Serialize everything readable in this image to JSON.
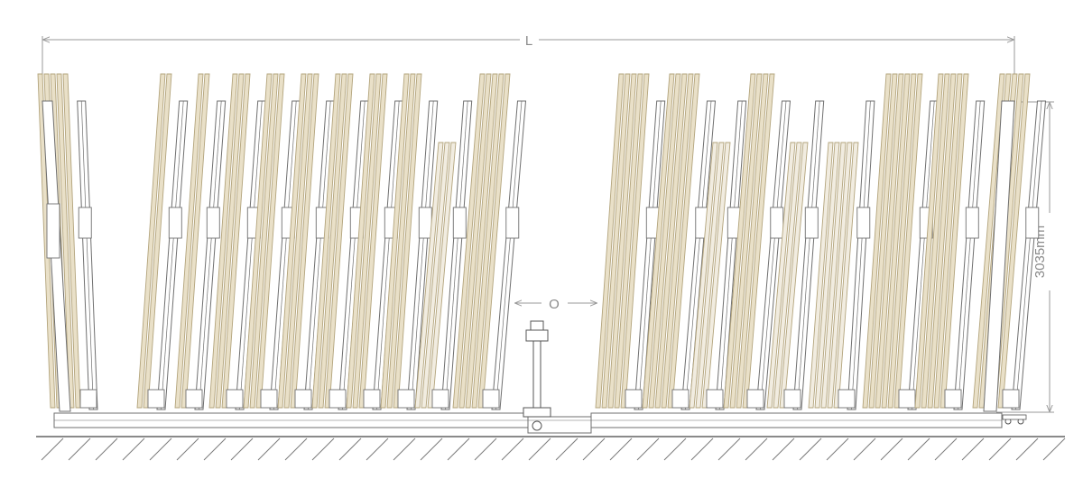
{
  "dimensions": {
    "overall_length": "L",
    "aisle_opening": "O",
    "rack_height": "3035mm"
  },
  "colors": {
    "frame_line": "#6f6f6f",
    "dimension_line": "#9a9a9a",
    "sheet_fill": "#e9e0c8",
    "sheet_edge": "#b3a47c",
    "frame_fill": "#ffffff",
    "ground_hatch": "#7a7a7a"
  }
}
